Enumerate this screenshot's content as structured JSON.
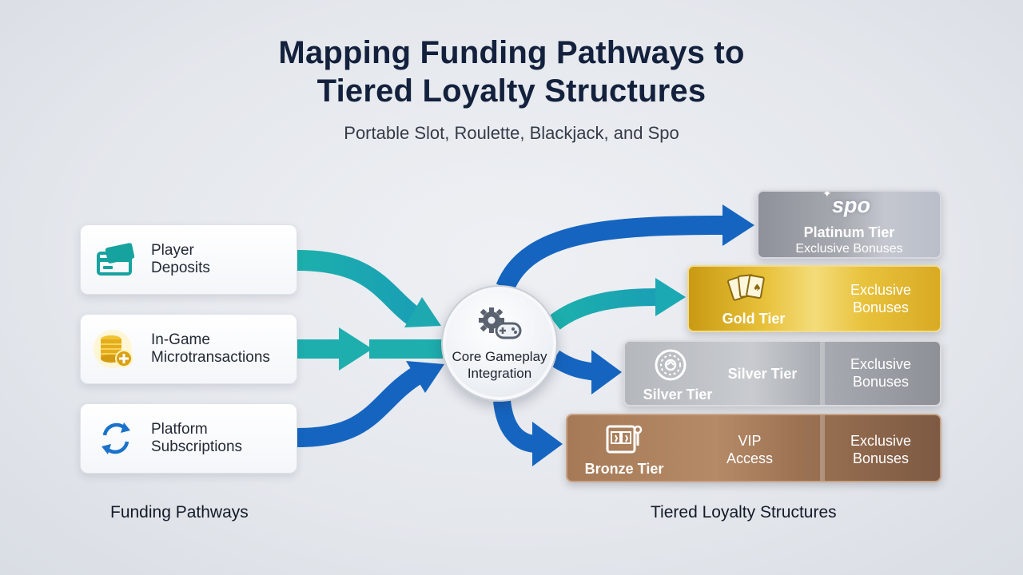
{
  "title_line1": "Mapping Funding Pathways to",
  "title_line2": "Tiered Loyalty Structures",
  "subtitle": "Portable Slot, Roulette, Blackjack, and Spo",
  "sources": [
    {
      "line1": "Player",
      "line2": "Deposits",
      "icon": "card-cash-icon"
    },
    {
      "line1": "In-Game",
      "line2": "Microtransactions",
      "icon": "coin-stack-icon"
    },
    {
      "line1": "Platform",
      "line2": "Subscriptions",
      "icon": "sync-arrows-icon"
    }
  ],
  "hub": {
    "line1": "Core Gameplay",
    "line2": "Integration",
    "icon": "gear-gamepad-icon"
  },
  "tiers": {
    "platinum": {
      "logo": "spo",
      "name": "Platinum Tier",
      "benefit": "Exclusive Bonuses"
    },
    "gold": {
      "name": "Gold Tier",
      "benefit_line1": "Exclusive",
      "benefit_line2": "Bonuses"
    },
    "silver": {
      "name": "Silver Tier",
      "name_center": "Silver Tier",
      "benefit_line1": "Exclusive",
      "benefit_line2": "Bonuses"
    },
    "bronze": {
      "name": "Bronze Tier",
      "mid_line1": "VIP",
      "mid_line2": "Access",
      "benefit_line1": "Exclusive",
      "benefit_line2": "Bonuses"
    }
  },
  "footer_left": "Funding Pathways",
  "footer_right": "Tiered Loyalty Structures",
  "colors": {
    "teal": "#1fa8a8",
    "blue": "#1565c0",
    "navy_title": "#13213d"
  }
}
